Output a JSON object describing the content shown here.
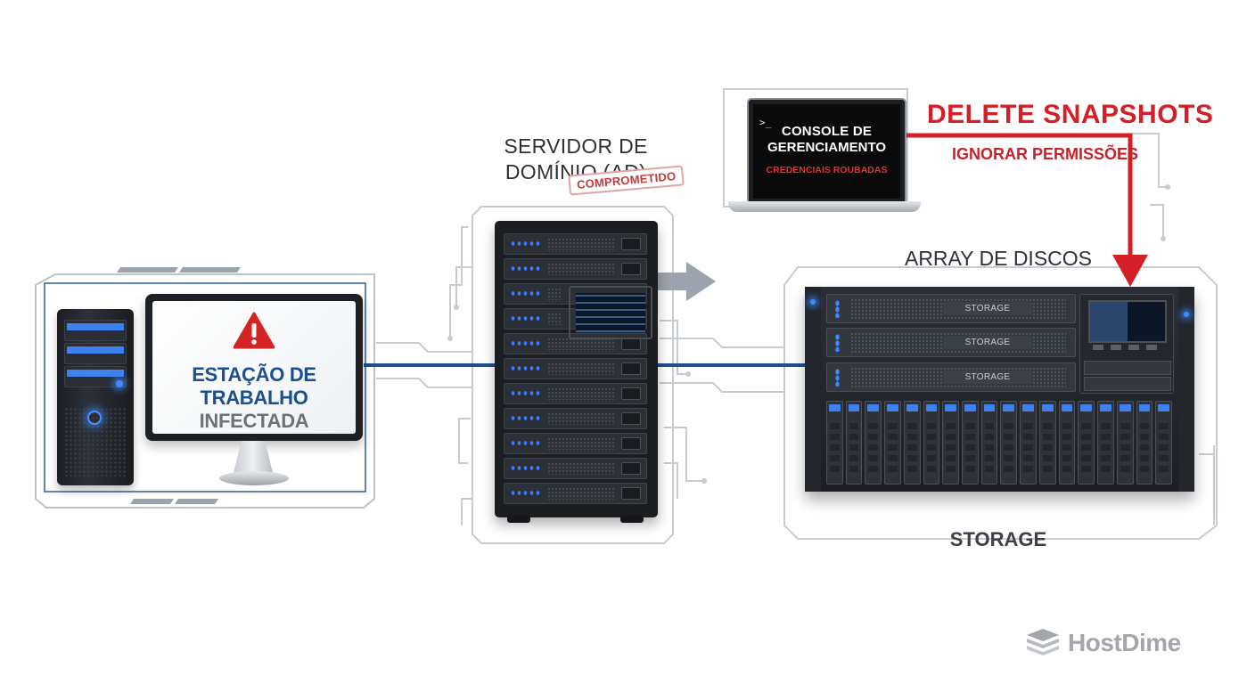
{
  "workstation": {
    "line1": "ESTAÇÃO DE",
    "line2": "TRABALHO",
    "line3": "INFECTADA"
  },
  "domain_server": {
    "title_line1": "SERVIDOR DE",
    "title_line2": "DOMÍNIO (AD)",
    "stamp": "COMPROMETIDO"
  },
  "storage": {
    "array_title": "ARRAY DE DISCOS",
    "drawer_labels": [
      "STORAGE",
      "STORAGE",
      "STORAGE"
    ],
    "caption": "STORAGE"
  },
  "console": {
    "prompt": ">_",
    "line1": "CONSOLE DE",
    "line2": "GERENCIAMENTO",
    "line3": "CREDENCIAIS ROUBADAS"
  },
  "attack": {
    "title": "DELETE SNAPSHOTS",
    "subtitle": "IGNORAR PERMISSÕES"
  },
  "brand": {
    "name": "HostDime"
  },
  "colors": {
    "attack_red": "#d41f26",
    "link_blue": "#1f4f8f",
    "led_blue": "#3d8bff",
    "arrow_gray": "#9ba4ae",
    "circuit_gray": "#c4c9cf"
  },
  "icons": [
    "warning-icon",
    "terminal-icon",
    "hostdime-logo-icon"
  ]
}
